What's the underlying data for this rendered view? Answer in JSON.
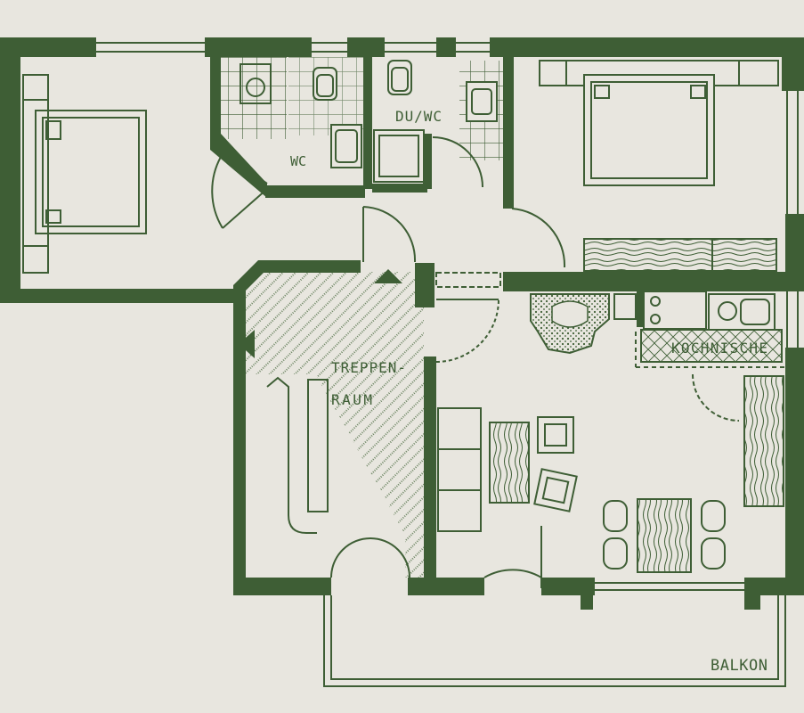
{
  "plan": {
    "labels": {
      "wc": "WC",
      "duwc": "DU/WC",
      "treppen_1": "TREPPEN-",
      "treppen_2": "RAUM",
      "kochnische": "KOCHNISCHE",
      "balkon": "BALKON"
    },
    "colors": {
      "ink": "#3e5e35",
      "paper": "#e8e6df",
      "light_line": "#6b8461"
    }
  }
}
